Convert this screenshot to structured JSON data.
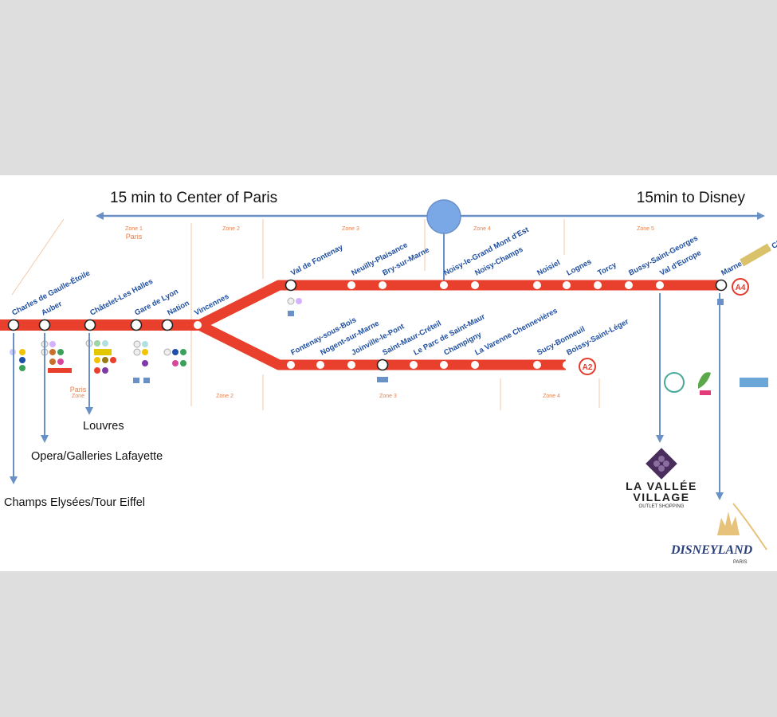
{
  "header": {
    "left_text": "15 min to Center of Paris",
    "right_text": "15min to Disney"
  },
  "zones": [
    "Zone 1",
    "Paris",
    "Zone 2",
    "Zone 3",
    "Zone 4",
    "Zone 5",
    "Paris",
    "Zone",
    "Zone 2",
    "Zone 3",
    "Zone 4"
  ],
  "line_badges": {
    "a4": "A4",
    "a2": "A2"
  },
  "trunk_stations": [
    "Charles de Gaulle-Étoile",
    "Auber",
    "Châtelet-Les Halles",
    "Gare de Lyon",
    "Nation",
    "Vincennes"
  ],
  "a4_stations": [
    "Val de Fontenay",
    "Neuilly-Plaisance",
    "Bry-sur-Marne",
    "Noisy-le-Grand Mont d'Est",
    "Noisy-Champs",
    "Noisiel",
    "Lognes",
    "Torcy",
    "Bussy-Saint-Georges",
    "Val d'Europe",
    "Marne-la-Vallée Chessy"
  ],
  "a2_stations": [
    "Fontenay-sous-Bois",
    "Nogent-sur-Marne",
    "Joinville-le-Pont",
    "Saint-Maur-Créteil",
    "Le Parc de Saint-Maur",
    "Champigny",
    "La Varenne Chennevières",
    "Sucy-Bonneuil",
    "Boissy-Saint-Léger"
  ],
  "destinations": {
    "louvres": "Louvres",
    "opera": "Opera/Galleries Lafayette",
    "champs": "Champs Elysées/Tour Eiffel"
  },
  "logos": {
    "vallee_line1": "LA VALLÉE",
    "vallee_line2": "VILLAGE",
    "vallee_tag": "OUTLET SHOPPING",
    "disneyland": "DISNEYLAND",
    "disney_sub": "PARIS"
  },
  "colors": {
    "line_red": "#e8402c",
    "arrow_blue": "#6a90c8",
    "label_blue": "#1f4fa0",
    "zone_orange": "#e8804a",
    "hub_blue": "#7aa7e6"
  },
  "icons": [
    "train-icon",
    "bus-icon",
    "metro-connection-icon"
  ]
}
